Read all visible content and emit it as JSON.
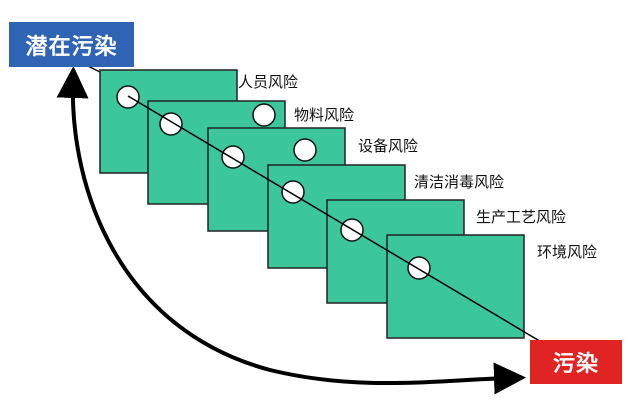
{
  "source_label": "潜在污染",
  "target_label": "污染",
  "risk_layers": [
    {
      "label": "人员风险"
    },
    {
      "label": "物料风险"
    },
    {
      "label": "设备风险"
    },
    {
      "label": "清洁消毒风险"
    },
    {
      "label": "生产工艺风险"
    },
    {
      "label": "环境风险"
    }
  ],
  "colors": {
    "plate_fill": "#3cc79a",
    "plate_stroke": "#222222",
    "source_badge": "#2f63b4",
    "target_badge": "#e02323",
    "arrow": "#000000",
    "hole_fill": "#ffffff"
  }
}
